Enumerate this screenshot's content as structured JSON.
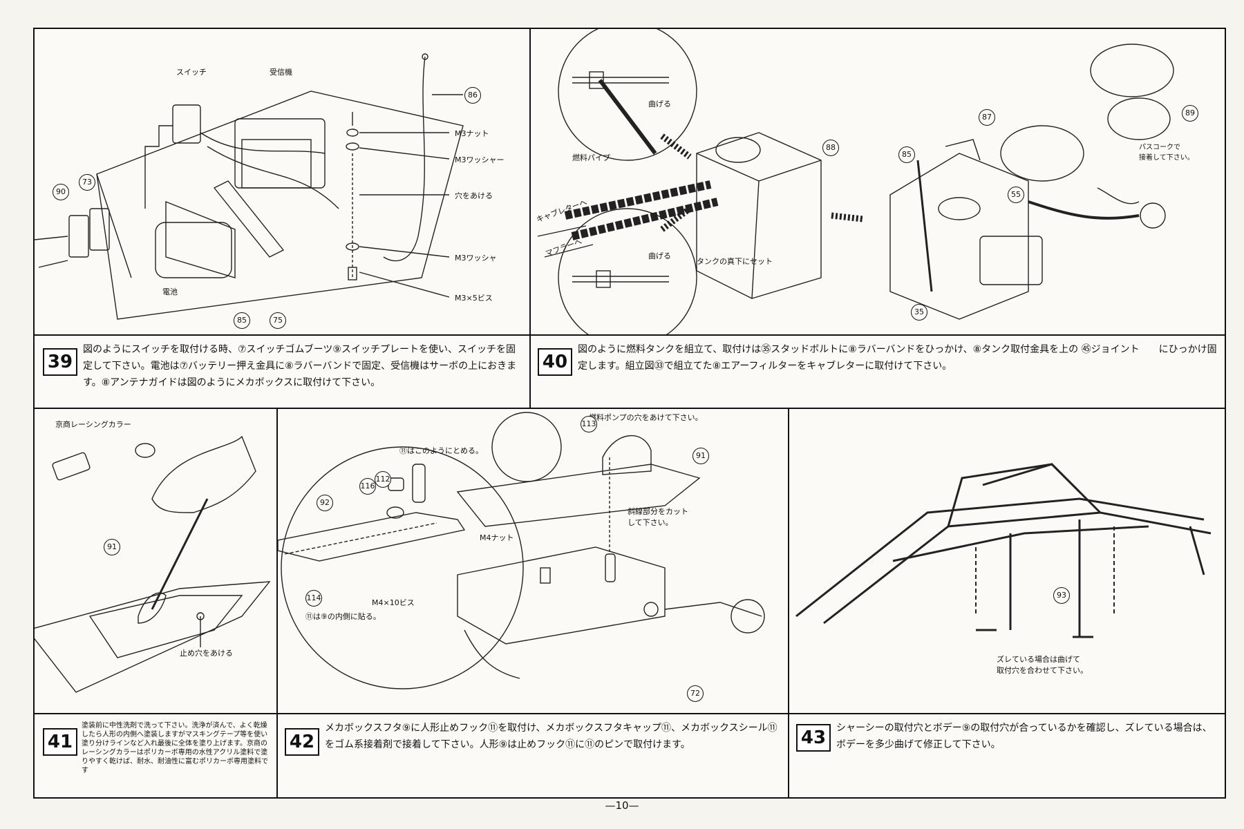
{
  "page_number": "—10—",
  "step39": {
    "number": "39",
    "text": "図のようにスイッチを取付ける時、⑦スイッチゴムブーツ⑨スイッチプレートを使い、スイッチを固定して下さい。電池は⑦バッテリー押え金具に⑧ラバーバンドで固定、受信機はサーボの上におきます。⑧アンテナガイドは図のようにメカボックスに取付けて下さい。",
    "labels": {
      "switch": "スイッチ",
      "receiver": "受信機",
      "m3_nut": "M3ナット",
      "m3_washer_1": "M3ワッシャー",
      "drill_hole": "穴をあける",
      "m3_washer_2": "M3ワッシャ",
      "m3x5_screw": "M3×5ビス",
      "battery": "電池"
    },
    "parts": [
      "90",
      "73",
      "85",
      "75",
      "86"
    ]
  },
  "step40": {
    "number": "40",
    "text": "図のように燃料タンクを組立て、取付けは㉟スタッドボルトに⑧ラバーバンドをひっかけ、⑧タンク取付金具を上の ㊺ジョイント　　にひっかけ固定します。組立図㉝で組立てた⑧エアーフィルターをキャブレターに取付けて下さい。",
    "labels": {
      "bend_1": "曲げる",
      "fuel_pipe": "燃料パイプ",
      "to_carburetor": "キャブレターへ",
      "to_muffler": "マフラーへ",
      "bend_2": "曲げる",
      "set_under_tank": "タンクの真下にセット",
      "pass_cock": "パスコークで\n接着して下さい。"
    },
    "parts": [
      "88",
      "87",
      "89",
      "85",
      "55",
      "35"
    ]
  },
  "step41": {
    "number": "41",
    "text": "塗装前に中性洗剤で洗って下さい。洗浄が済んで、よく乾燥したら人形の内側へ塗装しますがマスキングテープ等を使い塗り分けラインなど入れ最後に全体を塗り上げます。京商のレーシングカラーはポリカーボ専用の水性アクリル塗料で塗りやすく乾けば、耐水、耐油性に富むポリカーボ専用塗料です",
    "labels": {
      "racing_color": "京商レーシングカラー",
      "drill_stop_hole": "止め穴をあける"
    },
    "parts": [
      "91"
    ]
  },
  "step42": {
    "number": "42",
    "text": "メカボックスフタ⑨に人形止めフック⑪を取付け、メカボックスフタキャップ⑪、メカボックスシール⑪をゴム系接着剤で接着して下さい。人形⑨は止めフック⑪に⑪のピンで取付けます。",
    "labels": {
      "fuel_pump_hole": "燃料ポンプの穴をあけて下さい。",
      "fasten_like_this": "⑪はこのようにとめる。",
      "cut_hatched": "斜線部分をカット\nして下さい。",
      "m4_nut": "M4ナット",
      "m4x10_screw": "M4×10ビス",
      "stick_inside": "⑪は⑨の内側に貼る。"
    },
    "parts": [
      "113",
      "112",
      "116",
      "92",
      "91",
      "114",
      "72"
    ]
  },
  "step43": {
    "number": "43",
    "text": "シャーシーの取付穴とボデー⑨の取付穴が合っているかを確認し、ズレている場合は、ボデーを多少曲げて修正して下さい。",
    "labels": {
      "misaligned_note": "ズレている場合は曲げて\n取付穴を合わせて下さい。"
    },
    "parts": [
      "93"
    ]
  }
}
